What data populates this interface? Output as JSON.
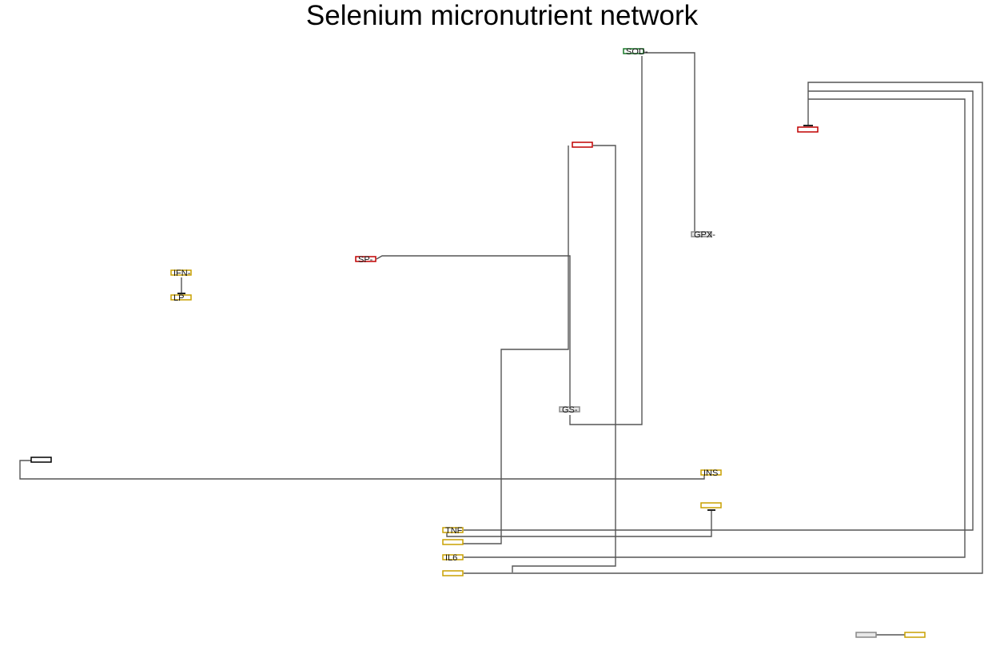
{
  "title": "Selenium micronutrient network",
  "colors": {
    "edge": "#555555",
    "red": "#c00000",
    "green": "#1a7a2a",
    "gold": "#c8a000",
    "gray": "#888888",
    "black": "#000000"
  },
  "nodes": [
    {
      "id": "sod",
      "label": "SOD-",
      "color": "green"
    },
    {
      "id": "red-top-right",
      "label": "",
      "color": "red"
    },
    {
      "id": "red-mid",
      "label": "",
      "color": "red"
    },
    {
      "id": "gpx",
      "label": "GPX-",
      "color": "gray"
    },
    {
      "id": "sp",
      "label": "SP-",
      "color": "red"
    },
    {
      "id": "ifn",
      "label": "IFN-",
      "color": "gold"
    },
    {
      "id": "lp",
      "label": "LP",
      "color": "gold"
    },
    {
      "id": "gsh",
      "label": "GS-",
      "color": "gray"
    },
    {
      "id": "black-left",
      "label": "",
      "color": "black"
    },
    {
      "id": "ins",
      "label": "INS",
      "color": "gold"
    },
    {
      "id": "gold-mid",
      "label": "",
      "color": "gold"
    },
    {
      "id": "tnf",
      "label": "TNF",
      "color": "gold"
    },
    {
      "id": "gold-a",
      "label": "",
      "color": "gold"
    },
    {
      "id": "il6",
      "label": "IL6",
      "color": "gold"
    },
    {
      "id": "gold-b",
      "label": "",
      "color": "gold"
    },
    {
      "id": "gray-br",
      "label": "",
      "color": "gray"
    },
    {
      "id": "gold-br",
      "label": "",
      "color": "gold"
    }
  ],
  "edges": [
    {
      "from": "sod",
      "to": "gpx",
      "type": "activation"
    },
    {
      "from": "gsh",
      "to": "sod",
      "type": "activation"
    },
    {
      "from": "red-mid",
      "to": "gsh",
      "type": "activation"
    },
    {
      "from": "sp",
      "to": "gsh",
      "type": "activation"
    },
    {
      "from": "gsh",
      "to": "gold-a",
      "type": "activation"
    },
    {
      "from": "red-mid",
      "to": "gold-b",
      "type": "activation"
    },
    {
      "from": "ifn",
      "to": "lp",
      "type": "inhibition"
    },
    {
      "from": "black-left",
      "to": "ins",
      "type": "activation"
    },
    {
      "from": "tnf",
      "to": "red-top-right",
      "type": "inhibition"
    },
    {
      "from": "il6",
      "to": "red-top-right",
      "type": "inhibition"
    },
    {
      "from": "gold-b",
      "to": "red-top-right",
      "type": "inhibition"
    },
    {
      "from": "tnf",
      "to": "gold-mid",
      "type": "inhibition"
    },
    {
      "from": "gray-br",
      "to": "gold-br",
      "type": "activation"
    }
  ]
}
